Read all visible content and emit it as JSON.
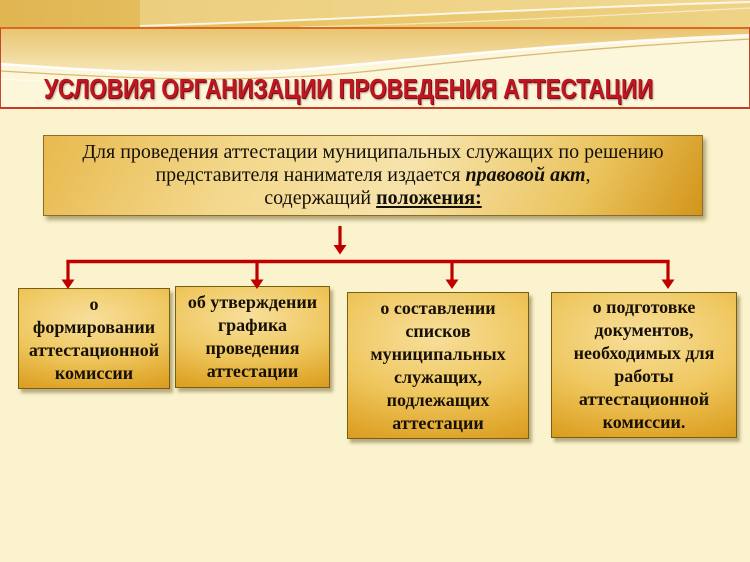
{
  "slide": {
    "title": "УСЛОВИЯ ОРГАНИЗАЦИИ ПРОВЕДЕНИЯ АТТЕСТАЦИИ",
    "intro": {
      "line1": "Для проведения аттестации муниципальных служащих по решению",
      "line2_pre": "представителя нанимателя издается ",
      "line2_emphasis": "правовой акт",
      "line2_post": ",",
      "line3_pre": "содержащий ",
      "line3_underlined": "положения:"
    },
    "branches": [
      {
        "label": "о\nформировании\nаттестационной\nкомиссии"
      },
      {
        "label": "об утверждении\nграфика\nпроведения\nаттестации"
      },
      {
        "label": "о составлении\nсписков\nмуниципальных\nслужащих,\nподлежащих\nаттестации"
      },
      {
        "label": "о подготовке\nдокументов,\nнеобходимых для\nработы\nаттестационной\nкомиссии."
      }
    ],
    "colors": {
      "title_red": "#be1722",
      "arrow_red": "#c00000",
      "banner_border_red": "#c43b28",
      "banner_border_orange": "#d96a22",
      "gold_dark": "#cd8a11",
      "gold_light": "#f7e3ab",
      "page_background": "#faf3cd",
      "banner_background": "#fcf6da"
    }
  }
}
